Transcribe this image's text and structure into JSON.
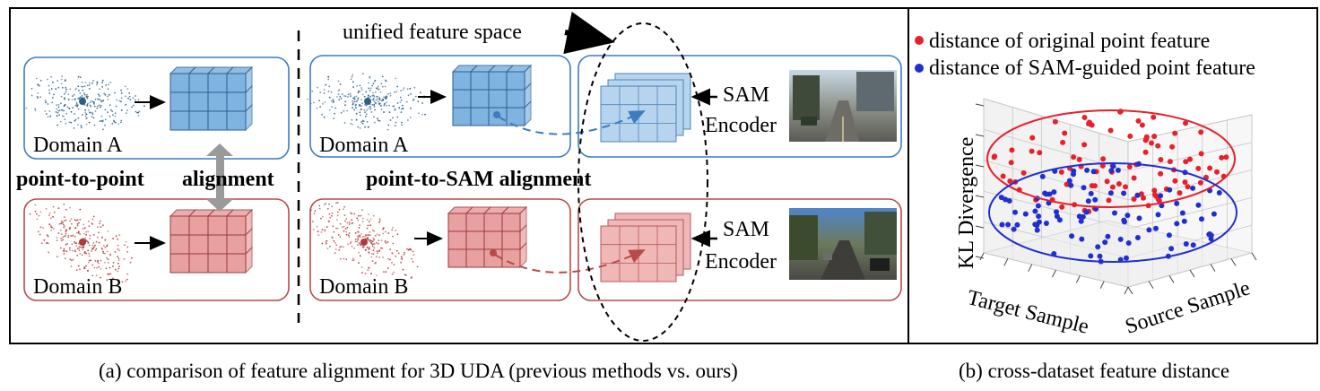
{
  "panel_a": {
    "left": {
      "domain_a_label": "Domain A",
      "domain_b_label": "Domain B",
      "alignment_label_1": "point-to-point",
      "alignment_label_2": "alignment"
    },
    "right": {
      "unified_label": "unified feature space",
      "domain_a_label": "Domain A",
      "domain_b_label": "Domain B",
      "alignment_label": "point-to-SAM alignment",
      "encoder_top_line1": "SAM",
      "encoder_top_line2": "Encoder",
      "encoder_bottom_line1": "SAM",
      "encoder_bottom_line2": "Encoder"
    },
    "caption": "(a) comparison of  feature alignment for 3D UDA (previous methods vs. ours)"
  },
  "panel_b": {
    "legend": [
      {
        "label": "distance of original point feature",
        "color": "#e8202a"
      },
      {
        "label": "distance of SAM-guided point feature",
        "color": "#1f2fd0"
      }
    ],
    "zlabel": "KL Divergence",
    "xlabel": "Target Sample",
    "ylabel": "Source Sample",
    "caption": "(b) cross-dataset feature distance"
  },
  "colors": {
    "domain_a_border": "#3d7cbf",
    "domain_a_cube": "#7fb3e0",
    "domain_b_border": "#b84a4a",
    "domain_b_cube": "#e8a0a0",
    "original": "#e8202a",
    "sam_guided": "#1f2fd0"
  },
  "icons": [
    "point-cloud-icon",
    "cube-grid-icon",
    "arrow-right-icon",
    "arrow-left-icon",
    "double-arrow-icon",
    "road-photo-icon"
  ]
}
